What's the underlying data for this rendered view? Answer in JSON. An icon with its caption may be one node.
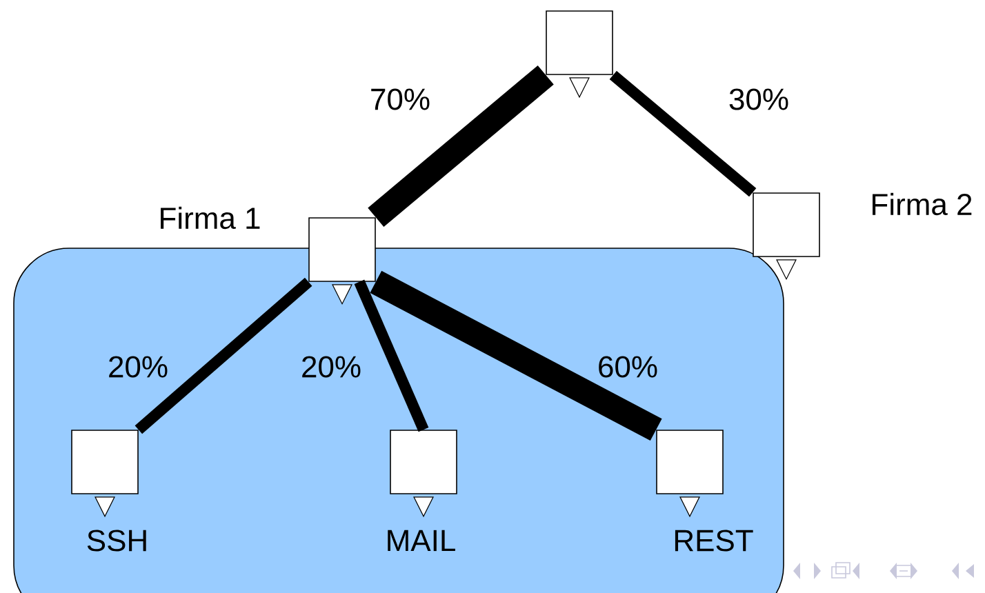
{
  "diagram": {
    "nodes": [
      {
        "text": [],
        "shape": "box"
      },
      {
        "text": [],
        "shape": "box",
        "beside": [
          "Firma 1"
        ]
      },
      {
        "text": [],
        "shape": "box",
        "beside": [
          "Firma 2"
        ]
      },
      {
        "text": [],
        "shape": "box"
      },
      {
        "text": [],
        "shape": "box",
        "beside": [
          "SSH"
        ],
        "in": 3
      },
      {
        "text": [],
        "shape": "box",
        "beside": [
          "MAIL"
        ],
        "in": 3
      },
      {
        "text": [],
        "shape": "box",
        "beside": [
          "REST"
        ],
        "in": 3
      }
    ],
    "edges": [
      {
        "from": 0,
        "to": 1,
        "arrow": "none",
        "label": "70%",
        "style": "thick"
      },
      {
        "from": 0,
        "to": 2,
        "arrow": "none",
        "label": "30%"
      },
      {
        "from": 1,
        "to": 4,
        "arrow": "none",
        "label": "20%"
      },
      {
        "from": 1,
        "to": 5,
        "arrow": "none",
        "label": "20%"
      },
      {
        "from": 1,
        "to": 6,
        "arrow": "none",
        "label": "60%",
        "style": "thick"
      }
    ]
  }
}
